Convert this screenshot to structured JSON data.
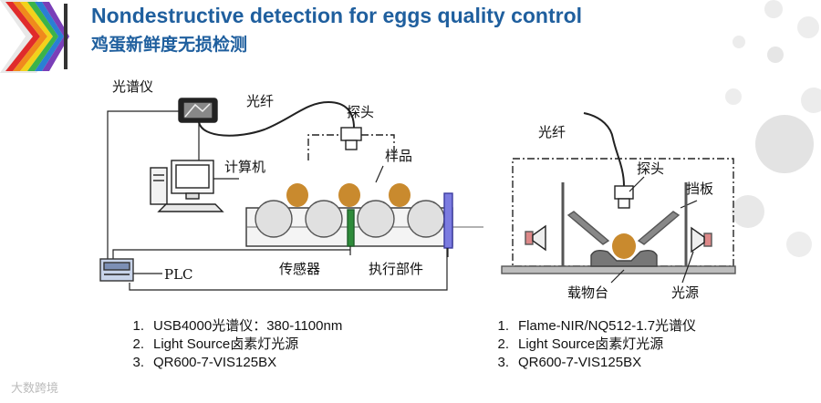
{
  "header": {
    "title": "Nondestructive detection for eggs quality control",
    "subtitle": "鸡蛋新鲜度无损检测"
  },
  "left_diagram": {
    "labels": {
      "spectrometer": "光谱仪",
      "fiber": "光纤",
      "probe": "探头",
      "computer": "计算机",
      "sample": "样品",
      "sensor": "传感器",
      "actuator": "执行部件",
      "plc": "PLC"
    }
  },
  "right_diagram": {
    "labels": {
      "fiber": "光纤",
      "probe": "探头",
      "baffle": "挡板",
      "stage": "载物台",
      "light": "光源"
    }
  },
  "left_list": [
    {
      "num": "1.",
      "text": "USB4000光谱仪：380-1100nm"
    },
    {
      "num": "2.",
      "text": "Light Source卤素灯光源"
    },
    {
      "num": "3.",
      "text": "QR600-7-VIS125BX"
    }
  ],
  "right_list": [
    {
      "num": "1.",
      "text": "Flame-NIR/NQ512-1.7光谱仪"
    },
    {
      "num": "2.",
      "text": "Light Source卤素灯光源"
    },
    {
      "num": "3.",
      "text": "QR600-7-VIS125BX"
    }
  ],
  "watermark": "大数跨境",
  "colors": {
    "title": "#1f5f9e",
    "egg": "#c98a2e",
    "sensor": "#2e8b3a",
    "actuator": "#6a6ad8"
  }
}
